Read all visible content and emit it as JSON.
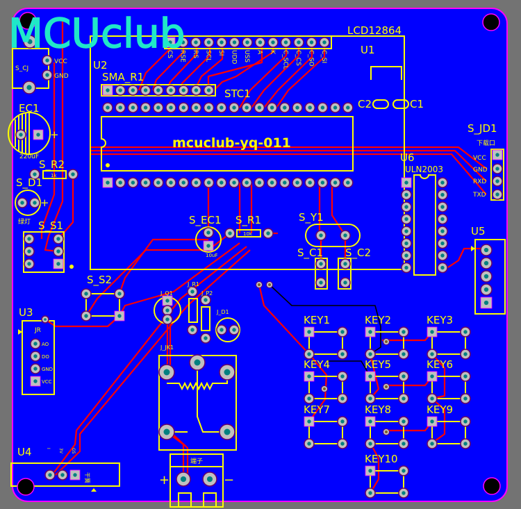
{
  "app": {
    "logo": "MCUclub"
  },
  "colors": {
    "board": "#0000ff",
    "silkscreen": "#ffff00",
    "top_copper": "#ff0000",
    "outline": "#ff00ff",
    "pad": "#c0c0c0",
    "pad_hole": "#008080",
    "logo": "#20e8c8",
    "background": "#737373"
  },
  "board": {
    "chip_text": "mcuclub-yq-011",
    "components": {
      "U2": "U2",
      "LCD": "LCD12864",
      "U1": "U1",
      "C1": "C1",
      "C2": "C2",
      "SMA_R1": "SMA_R1",
      "STC1": "STC1",
      "EC1": "EC1",
      "EC1_value": "220uF",
      "S_CJ": "S_CJ",
      "S_R2": "S_R2",
      "S_R2_value": "1k",
      "S_D1": "S_D1",
      "S_D1_note": "绿灯",
      "S_S1": "S_S1",
      "S_S2": "S_S2",
      "U3": "U3",
      "U3_note": "JR",
      "U4": "U4",
      "U4_note": "干簧",
      "S_EC1": "S_EC1",
      "S_EC1_value": "10uF",
      "S_R1": "S_R1",
      "S_R1_value": "10k",
      "S_Y1": "S_Y1",
      "S_C1": "S_C1",
      "S_C2": "S_C2",
      "U6": "U6",
      "U6_part": "ULN2003",
      "S_JD1": "S_JD1",
      "S_JD1_note": "下载口",
      "U5": "U5",
      "J_Q1": "J_Q1",
      "J_R1": "J_R1",
      "J_P2": "J_P2",
      "J_D1": "J_D1",
      "J_JK1": "J_JK1",
      "terminal": "端子",
      "plus": "+",
      "minus": "−"
    },
    "lcd_pins": [
      "CS",
      "RSE",
      "RS",
      "SCL",
      "SI",
      "UDD",
      "USS",
      "A",
      "K",
      "C_SCL",
      "C_CS",
      "C_SO",
      "C_SI"
    ],
    "s_cj_pins": [
      "VCC",
      "GND"
    ],
    "u3_pins": [
      "AO",
      "DO",
      "GND",
      "VCC"
    ],
    "jd1_pins": [
      "VCC",
      "GND",
      "RXD",
      "TXD"
    ],
    "u4_pins": [
      "I",
      "3V",
      "GS"
    ],
    "keys": [
      "KEY1",
      "KEY2",
      "KEY3",
      "KEY4",
      "KEY5",
      "KEY6",
      "KEY7",
      "KEY8",
      "KEY9",
      "KEY10"
    ]
  }
}
